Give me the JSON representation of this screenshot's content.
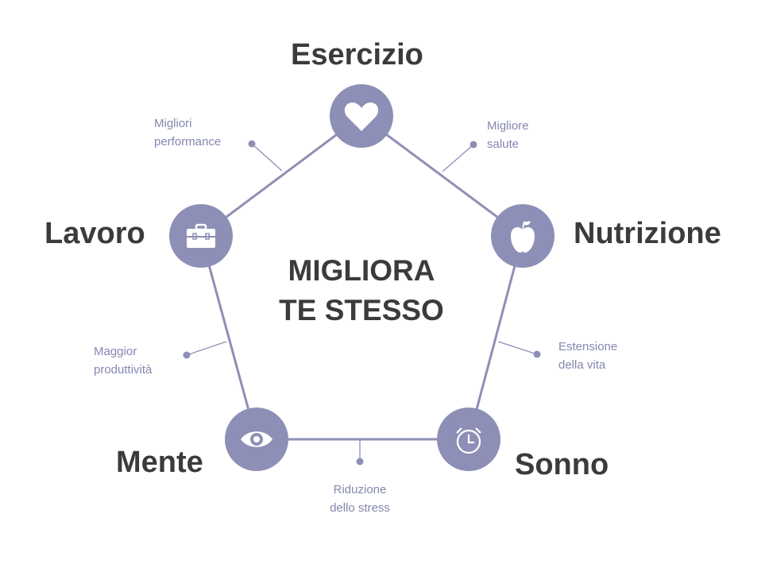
{
  "title": [
    "MIGLIORA",
    "TE STESSO"
  ],
  "nodes": {
    "esercizio": "Esercizio",
    "nutrizione": "Nutrizione",
    "sonno": "Sonno",
    "mente": "Mente",
    "lavoro": "Lavoro"
  },
  "benefits": {
    "performance": [
      "Migliori",
      "performance"
    ],
    "salute": [
      "Migliore",
      "salute"
    ],
    "vita": [
      "Estensione",
      "della vita"
    ],
    "stress": [
      "Riduzione",
      "dello stress"
    ],
    "produttivita": [
      "Maggior",
      "produttività"
    ]
  },
  "colors": {
    "accent": "#8e8fb6",
    "text": "#3b3b3b",
    "label": "#8587b0"
  }
}
